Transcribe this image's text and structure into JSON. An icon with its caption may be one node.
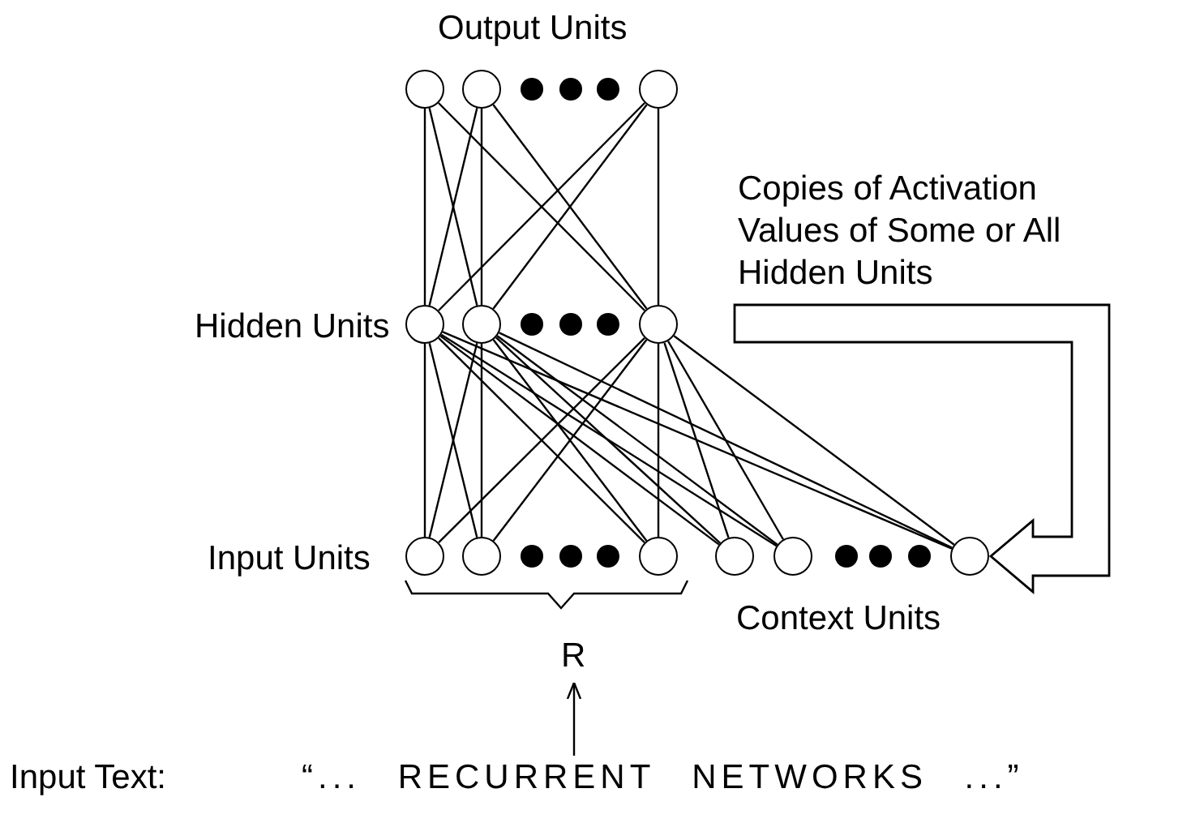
{
  "diagram": {
    "nodes": [
      {
        "text": [],
        "shape": "circle"
      },
      {
        "text": [],
        "shape": "circle"
      },
      {
        "text": [],
        "shape": "circle"
      },
      {
        "text": [],
        "shape": "circle"
      },
      {
        "text": [],
        "shape": "circle"
      },
      {
        "text": [],
        "shape": "circle"
      },
      {
        "text": [],
        "shape": "circle"
      },
      {
        "text": [],
        "shape": "circle"
      },
      {
        "text": [],
        "shape": "circle"
      },
      {
        "text": [],
        "shape": "circle"
      },
      {
        "text": [],
        "shape": "circle"
      },
      {
        "text": [],
        "shape": "circle"
      },
      {
        "text": [
          "R"
        ]
      },
      {
        "text": [
          "“... RECURRENT NETWORKS ...”"
        ]
      }
    ],
    "edges": [
      {
        "from": 3,
        "to": 0,
        "arrow": "none"
      },
      {
        "from": 3,
        "to": 1,
        "arrow": "none"
      },
      {
        "from": 3,
        "to": 2,
        "arrow": "none"
      },
      {
        "from": 4,
        "to": 0,
        "arrow": "none"
      },
      {
        "from": 4,
        "to": 1,
        "arrow": "none"
      },
      {
        "from": 4,
        "to": 2,
        "arrow": "none"
      },
      {
        "from": 5,
        "to": 0,
        "arrow": "none"
      },
      {
        "from": 5,
        "to": 1,
        "arrow": "none"
      },
      {
        "from": 5,
        "to": 2,
        "arrow": "none"
      },
      {
        "from": 6,
        "to": 3,
        "arrow": "none"
      },
      {
        "from": 6,
        "to": 4,
        "arrow": "none"
      },
      {
        "from": 6,
        "to": 5,
        "arrow": "none"
      },
      {
        "from": 7,
        "to": 3,
        "arrow": "none"
      },
      {
        "from": 7,
        "to": 4,
        "arrow": "none"
      },
      {
        "from": 7,
        "to": 5,
        "arrow": "none"
      },
      {
        "from": 8,
        "to": 3,
        "arrow": "none"
      },
      {
        "from": 8,
        "to": 4,
        "arrow": "none"
      },
      {
        "from": 8,
        "to": 5,
        "arrow": "none"
      },
      {
        "from": 9,
        "to": 3,
        "arrow": "none"
      },
      {
        "from": 9,
        "to": 4,
        "arrow": "none"
      },
      {
        "from": 9,
        "to": 5,
        "arrow": "none"
      },
      {
        "from": 10,
        "to": 3,
        "arrow": "none"
      },
      {
        "from": 10,
        "to": 4,
        "arrow": "none"
      },
      {
        "from": 10,
        "to": 5,
        "arrow": "none"
      },
      {
        "from": 11,
        "to": 3,
        "arrow": "none"
      },
      {
        "from": 11,
        "to": 4,
        "arrow": "none"
      },
      {
        "from": 11,
        "to": 5,
        "arrow": "none"
      },
      {
        "from": null,
        "to": 11,
        "arrow": "to",
        "label": "Copies of Activation Values of Some or All Hidden Units",
        "style": "thick"
      },
      {
        "from": 13,
        "to": 12,
        "arrow": "to"
      }
    ],
    "labels": [
      "Output Units",
      "Hidden Units",
      "Input Units",
      "Context Units",
      "Input Text:"
    ]
  }
}
